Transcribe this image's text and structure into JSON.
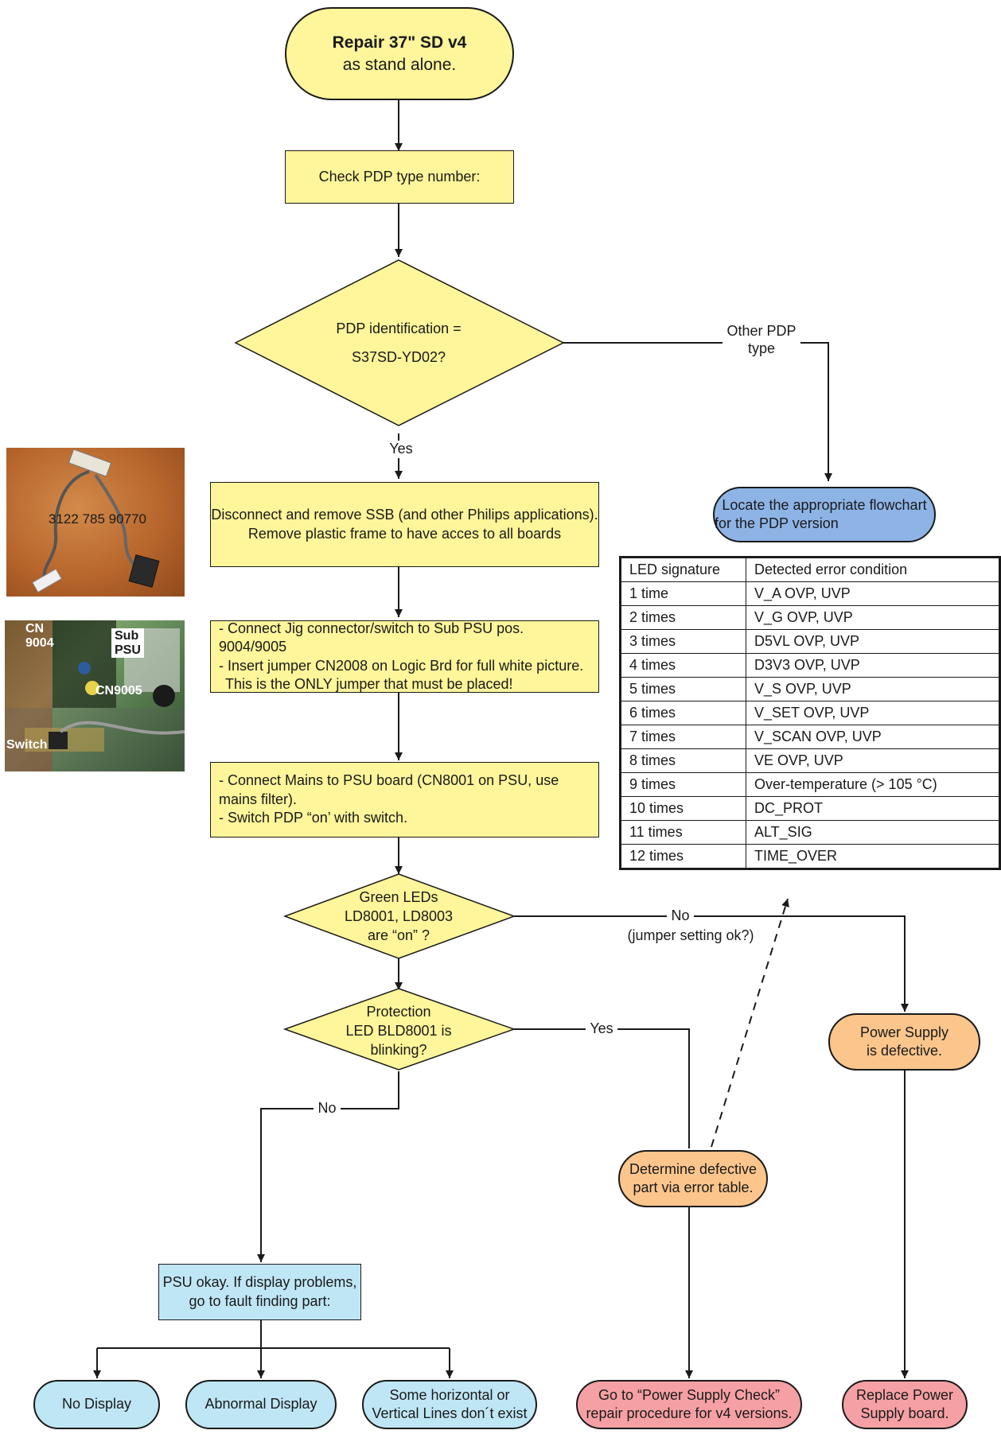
{
  "nodes": {
    "start": {
      "line1": "Repair 37\" SD v4",
      "line2": "as stand alone."
    },
    "check_pdp": "Check PDP type number:",
    "pdp_id": {
      "line1": "PDP identification =",
      "line2": "S37SD-YD02?"
    },
    "locate": {
      "line1": "Locate the appropriate flowchart",
      "line2": "for the PDP version"
    },
    "disconnect": {
      "line1": "Disconnect and remove SSB (and other Philips applications).",
      "line2": "Remove plastic frame to have acces to all boards"
    },
    "connect_jig": {
      "line1": "- Connect Jig connector/switch to Sub PSU pos. 9004/9005",
      "line2": "- Insert jumper CN2008 on Logic Brd for full white picture.",
      "line3": "This is the ONLY jumper that must be placed!"
    },
    "connect_mains": {
      "line1": "- Connect Mains to PSU board (CN8001 on PSU, use",
      "line2": "mains filter).",
      "line3": "- Switch PDP “on’ with switch."
    },
    "green_leds": {
      "line1": "Green LEDs",
      "line2": "LD8001, LD8003",
      "line3": "are “on” ?"
    },
    "protection": {
      "line1": "Protection",
      "line2": "LED BLD8001 is",
      "line3": "blinking?"
    },
    "power_defective": {
      "line1": "Power Supply",
      "line2": "is defective."
    },
    "determine": {
      "line1": "Determine defective",
      "line2": "part via error table."
    },
    "psu_ok": {
      "line1": "PSU okay. If display problems,",
      "line2": "go to fault finding part:"
    },
    "no_display": "No Display",
    "abnormal_display": "Abnormal Display",
    "lines": {
      "line1": "Some horizontal or",
      "line2": "Vertical Lines don´t exist"
    },
    "goto_psc": {
      "line1": "Go to “Power Supply Check”",
      "line2": "repair procedure for v4 versions."
    },
    "replace": {
      "line1": "Replace Power",
      "line2": "Supply  board."
    }
  },
  "edge_labels": {
    "other_pdp": {
      "line1": "Other PDP",
      "line2": "type"
    },
    "yes1": "Yes",
    "no1": "No",
    "jumper": "(jumper setting ok?)",
    "yes2": "Yes",
    "no2": "No"
  },
  "photos": {
    "cable_label": "3122 785 90770",
    "cn9004_line1": "CN",
    "cn9004_line2": "9004",
    "sub_line1": "Sub",
    "sub_line2": "PSU",
    "cn9005": "CN9005",
    "switch": "Switch"
  },
  "error_table": {
    "headers": [
      "LED signature",
      "Detected error condition"
    ],
    "rows": [
      [
        "1 time",
        "V_A OVP, UVP"
      ],
      [
        "2 times",
        "V_G OVP, UVP"
      ],
      [
        "3 times",
        "D5VL OVP, UVP"
      ],
      [
        "4 times",
        "D3V3 OVP, UVP"
      ],
      [
        "5 times",
        "V_S OVP, UVP"
      ],
      [
        "6 times",
        "V_SET OVP, UVP"
      ],
      [
        "7 times",
        "V_SCAN OVP, UVP"
      ],
      [
        "8 times",
        "VE OVP, UVP"
      ],
      [
        "9 times",
        "Over-temperature (> 105 °C)"
      ],
      [
        "10 times",
        "DC_PROT"
      ],
      [
        "11 times",
        "ALT_SIG"
      ],
      [
        "12 times",
        "TIME_OVER"
      ]
    ]
  },
  "colors": {
    "yellow": "#fff59a",
    "blue": "#8eb4e6",
    "light_blue": "#bfe6f5",
    "orange": "#fbc58c",
    "pink": "#f5a0a4",
    "line": "#1a1a1a"
  }
}
